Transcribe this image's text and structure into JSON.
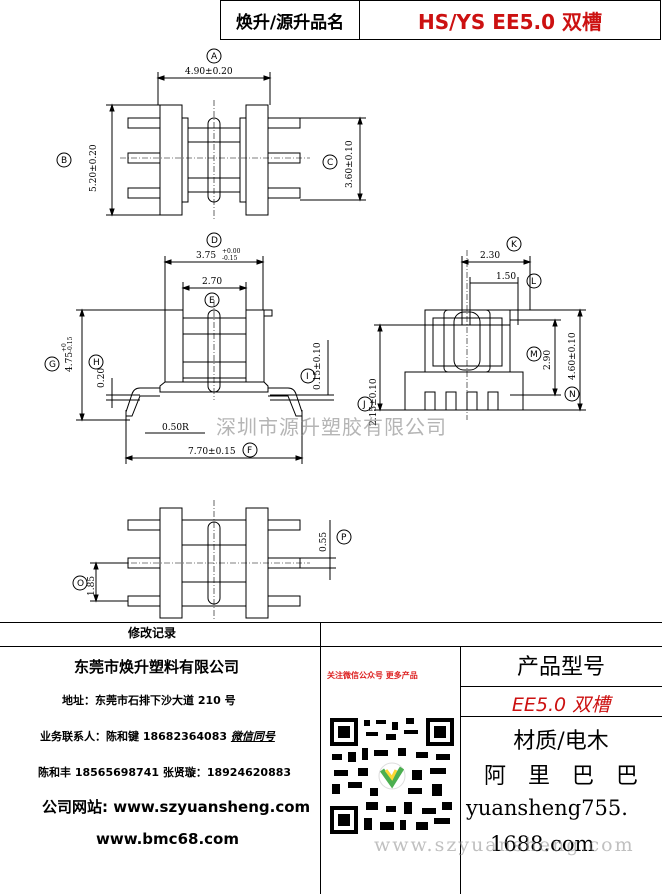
{
  "header": {
    "label": "焕升/源升品名",
    "product": "HS/YS EE5.0 双槽",
    "product_color": "#cc1111"
  },
  "drawing": {
    "top_view": {
      "dim_A": "4.90±0.20",
      "dim_B": "5.20±0.20",
      "dim_C": "3.60±0.10",
      "labels": [
        "A",
        "B",
        "C"
      ]
    },
    "front_view": {
      "dim_D": "3.75",
      "dim_D_tol_upper": "+0.00",
      "dim_D_tol_lower": "-0.15",
      "dim_E": "2.70",
      "dim_G": "4.75",
      "dim_G_tol_upper": "+0",
      "dim_G_tol_lower": "-0.15",
      "dim_H": "0.20",
      "dim_I": "0.15±0.10",
      "dim_F": "7.70±0.15",
      "dim_R": "0.50R",
      "labels": [
        "D",
        "E",
        "G",
        "H",
        "I",
        "F"
      ]
    },
    "side_view": {
      "dim_K": "2.30",
      "dim_L": "1.50",
      "dim_M": "2.90",
      "dim_N": "4.60±0.10",
      "dim_J": "2.15±0.10",
      "labels": [
        "K",
        "L",
        "M",
        "N",
        "J"
      ]
    },
    "bottom_view": {
      "dim_P": "0.55",
      "dim_O": "1.85",
      "labels": [
        "P",
        "O"
      ]
    },
    "watermark": "深圳市源升塑胶有限公司"
  },
  "title_block": {
    "revision": "修改记录",
    "company": "东莞市焕升塑料有限公司",
    "address": "地址：东莞市石排下沙大道 210 号",
    "contact1_prefix": "业务联系人：陈和键 18682364083 ",
    "contact1_wechat": "微信同号",
    "contact2": "陈和丰 18565698741 张贤璇：18924620883",
    "website1": "公司网站: www.szyuansheng.com",
    "website2": "www.bmc68.com",
    "wechat_note": "关注微信公众号 更多产品",
    "product_type_label": "产品型号",
    "product_type_value": "EE5.0 双槽",
    "material_label": "材质/电木",
    "alibaba": "阿　里　巴　巴",
    "shop1": "yuansheng755.",
    "shop2": "1688.com",
    "watermark2": "www.szyuansheng.com"
  }
}
